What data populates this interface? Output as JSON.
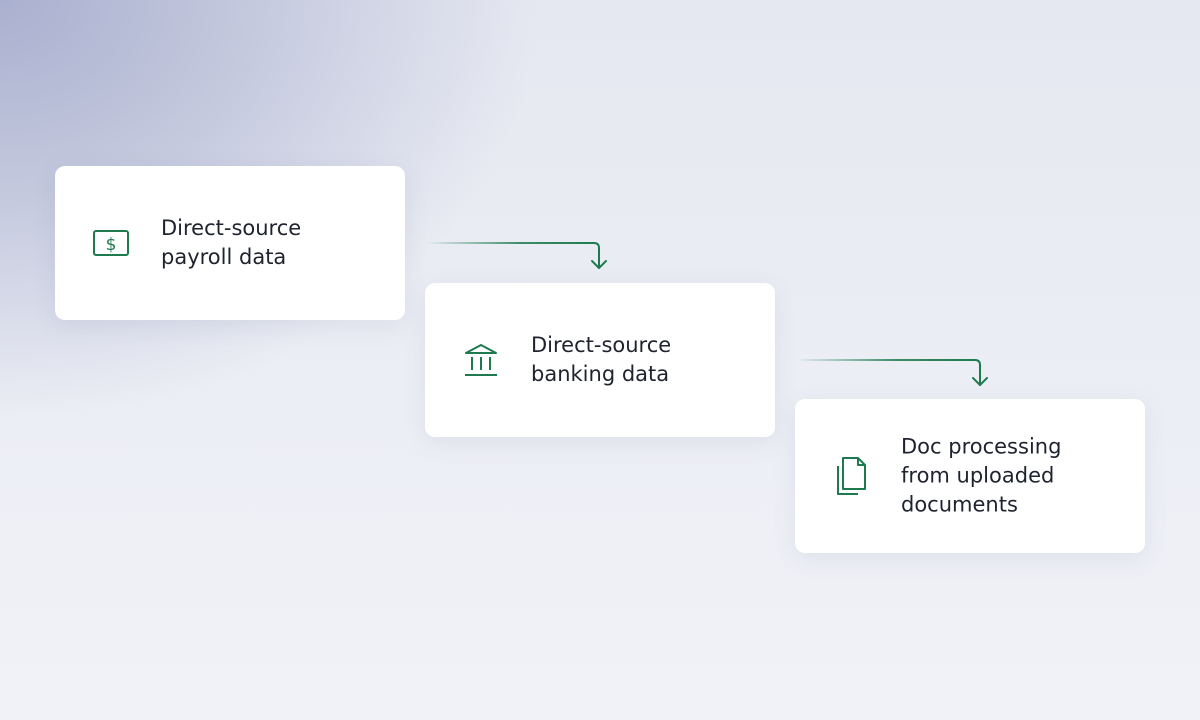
{
  "colors": {
    "accent": "#1e7a4e",
    "text": "#1f2330",
    "card": "#ffffff"
  },
  "steps": [
    {
      "label": "Direct-source\npayroll data",
      "icon": "dollar-bill-icon"
    },
    {
      "label": "Direct-source\nbanking data",
      "icon": "bank-icon"
    },
    {
      "label": "Doc processing\nfrom uploaded\ndocuments",
      "icon": "documents-icon"
    }
  ]
}
